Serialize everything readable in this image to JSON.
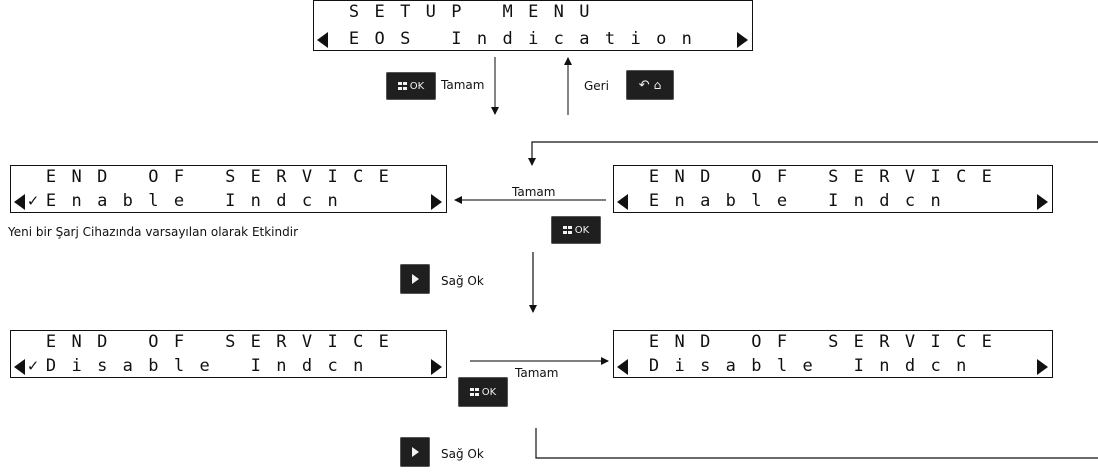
{
  "panels": {
    "setup_menu": {
      "line1": "SETUP MENU",
      "line2": "EOS Indication"
    },
    "enable_checked": {
      "line1": "END OF SERVICE",
      "line2": "Enable Indcn",
      "checked": true
    },
    "enable": {
      "line1": "END OF SERVICE",
      "line2": "Enable Indcn",
      "checked": false
    },
    "disable_checked": {
      "line1": "END OF SERVICE",
      "line2": "Disable Indcn",
      "checked": true
    },
    "disable": {
      "line1": "END OF SERVICE",
      "line2": "Disable Indcn",
      "checked": false
    }
  },
  "keys": {
    "ok": "OK",
    "ok_icon": "grid-icon",
    "right_icon": "play-icon",
    "back_icon": "back-arrow-icon",
    "home_icon": "home-icon"
  },
  "labels": {
    "tamam_top": "Tamam",
    "geri": "Geri",
    "tamam_mid": "Tamam",
    "default_note": "Yeni bir Şarj Cihazında varsayılan olarak Etkindir",
    "sag_ok_1": "Sağ Ok",
    "tamam_bottom": "Tamam",
    "sag_ok_2": "Sağ Ok"
  },
  "check_mark": "✓"
}
